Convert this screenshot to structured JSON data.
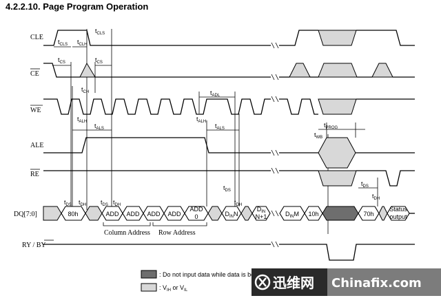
{
  "title": "4.2.2.10.   Page Program Operation",
  "signals": {
    "cle": "CLE",
    "ce": "CE",
    "we": "WE",
    "ale": "ALE",
    "re": "RE",
    "dq": "DQ[7:0]",
    "rybsy_ry": "RY / ",
    "rybsy_by": "BY"
  },
  "timing": {
    "t": "t",
    "cls": "CLS",
    "clh": "CLH",
    "cs": "CS",
    "ch": "CH",
    "adl": "ADL",
    "alh": "ALH",
    "als": "ALS",
    "prog": "PROG",
    "wb": "WB",
    "ds": "DS",
    "dh": "DH"
  },
  "bus": {
    "cmd80": "80h",
    "add": "ADD",
    "add0_a": "ADD",
    "add0_b": "0",
    "d": "D",
    "in": "IN",
    "n": "N",
    "n1": "N+1",
    "m": "M",
    "cmd10": "10h",
    "cmd70": "70h",
    "status_a": "Status",
    "status_b": "output"
  },
  "groups": {
    "column": "Column Address",
    "row": "Row Address"
  },
  "legend": {
    "dark": ": Do not input data while data is be",
    "light_pre": ": V",
    "ih": "IH",
    "or": " or V",
    "il": "IL"
  },
  "watermark": {
    "cn": "迅维网",
    "en": "Chinafix.com"
  }
}
